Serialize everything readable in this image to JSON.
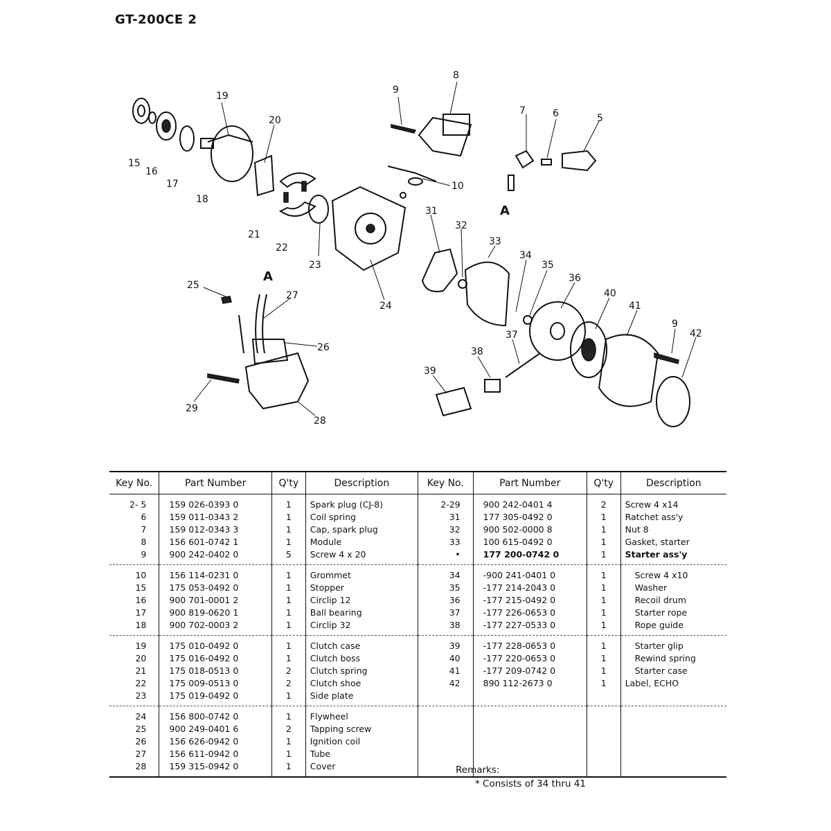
{
  "header": {
    "title": "GT-200CE  2"
  },
  "diagram": {
    "callouts": [
      "5",
      "6",
      "7",
      "8",
      "9",
      "10",
      "15",
      "16",
      "17",
      "18",
      "19",
      "20",
      "21",
      "22",
      "23",
      "24",
      "25",
      "26",
      "27",
      "28",
      "29",
      "31",
      "32",
      "33",
      "34",
      "35",
      "36",
      "37",
      "38",
      "39",
      "40",
      "41",
      "9",
      "42"
    ],
    "ref_marks": [
      "A",
      "A"
    ]
  },
  "table": {
    "headers": [
      "Key No.",
      "Part Number",
      "Q'ty",
      "Description",
      "Key No.",
      "Part Number",
      "Q'ty",
      "Description"
    ],
    "rows": [
      {
        "lk": "2- 5",
        "lp": "159  026-0393  0",
        "lq": "1",
        "ld": "Spark plug (CJ-8)",
        "rk": "2-29",
        "rp": "900  242-0401  4",
        "rq": "2",
        "rd": "Screw 4 x14"
      },
      {
        "lk": "6",
        "lp": "159  011-0343  2",
        "lq": "1",
        "ld": "Coil spring",
        "rk": "31",
        "rp": "177  305-0492  0",
        "rq": "1",
        "rd": "Ratchet ass'y"
      },
      {
        "lk": "7",
        "lp": "159  012-0343  3",
        "lq": "1",
        "ld": "Cap, spark plug",
        "rk": "32",
        "rp": "900  502-0000  8",
        "rq": "1",
        "rd": "Nut 8"
      },
      {
        "lk": "8",
        "lp": "156  601-0742  1",
        "lq": "1",
        "ld": "Module",
        "rk": "33",
        "rp": "100  615-0492  0",
        "rq": "1",
        "rd": "Gasket, starter"
      },
      {
        "lk": "9",
        "lp": "900  242-0402  0",
        "lq": "5",
        "ld": "Screw 4 x 20",
        "rk": "•",
        "rp": "177  200-0742  0",
        "rq": "1",
        "rd": "Starter ass'y"
      },
      {
        "lk": "10",
        "lp": "156  114-0231  0",
        "lq": "1",
        "ld": "Grommet",
        "rk": "34",
        "rp": "-900  241-0401  0",
        "rq": "1",
        "rd": "Screw 4 x10"
      },
      {
        "lk": "15",
        "lp": "175  053-0492  0",
        "lq": "1",
        "ld": "Stopper",
        "rk": "35",
        "rp": "-177  214-2043  0",
        "rq": "1",
        "rd": "Washer"
      },
      {
        "lk": "16",
        "lp": "900  701-0001  2",
        "lq": "1",
        "ld": "Circlip 12",
        "rk": "36",
        "rp": "-177  215-0492  0",
        "rq": "1",
        "rd": "Recoil drum"
      },
      {
        "lk": "17",
        "lp": "900  819-0620  1",
        "lq": "1",
        "ld": "Ball bearing",
        "rk": "37",
        "rp": "-177  226-0653  0",
        "rq": "1",
        "rd": "Starter rope"
      },
      {
        "lk": "18",
        "lp": "900  702-0003  2",
        "lq": "1",
        "ld": "Circlip 32",
        "rk": "38",
        "rp": "-177  227-0533  0",
        "rq": "1",
        "rd": "Rope guide"
      },
      {
        "lk": "19",
        "lp": "175  010-0492  0",
        "lq": "1",
        "ld": "Clutch case",
        "rk": "39",
        "rp": "-177  228-0653  0",
        "rq": "1",
        "rd": "Starter glip"
      },
      {
        "lk": "20",
        "lp": "175  016-0492  0",
        "lq": "1",
        "ld": "Clutch boss",
        "rk": "40",
        "rp": "-177  220-0653  0",
        "rq": "1",
        "rd": "Rewind spring"
      },
      {
        "lk": "21",
        "lp": "175  018-0513  0",
        "lq": "2",
        "ld": "Clutch spring",
        "rk": "41",
        "rp": "-177  209-0742  0",
        "rq": "1",
        "rd": "Starter case"
      },
      {
        "lk": "22",
        "lp": "175  009-0513  0",
        "lq": "2",
        "ld": "Clutch shoe",
        "rk": "42",
        "rp": "890  112-2673  0",
        "rq": "1",
        "rd": "Label, ECHO"
      },
      {
        "lk": "23",
        "lp": "175  019-0492  0",
        "lq": "1",
        "ld": "Side plate",
        "rk": "",
        "rp": "",
        "rq": "",
        "rd": ""
      },
      {
        "lk": "24",
        "lp": "156  800-0742  0",
        "lq": "1",
        "ld": "Flywheel",
        "rk": "",
        "rp": "",
        "rq": "",
        "rd": ""
      },
      {
        "lk": "25",
        "lp": "900  249-0401  6",
        "lq": "2",
        "ld": "Tapping screw",
        "rk": "",
        "rp": "",
        "rq": "",
        "rd": ""
      },
      {
        "lk": "26",
        "lp": "156  626-0942  0",
        "lq": "1",
        "ld": "Ignition coil",
        "rk": "",
        "rp": "",
        "rq": "",
        "rd": ""
      },
      {
        "lk": "27",
        "lp": "156  611-0942  0",
        "lq": "1",
        "ld": "Tube",
        "rk": "",
        "rp": "",
        "rq": "",
        "rd": ""
      },
      {
        "lk": "28",
        "lp": "159  315-0942  0",
        "lq": "1",
        "ld": "Cover",
        "rk": "",
        "rp": "",
        "rq": "",
        "rd": ""
      }
    ]
  },
  "remarks": {
    "label": "Remarks:",
    "note": "* Consists of 34 thru 41"
  }
}
